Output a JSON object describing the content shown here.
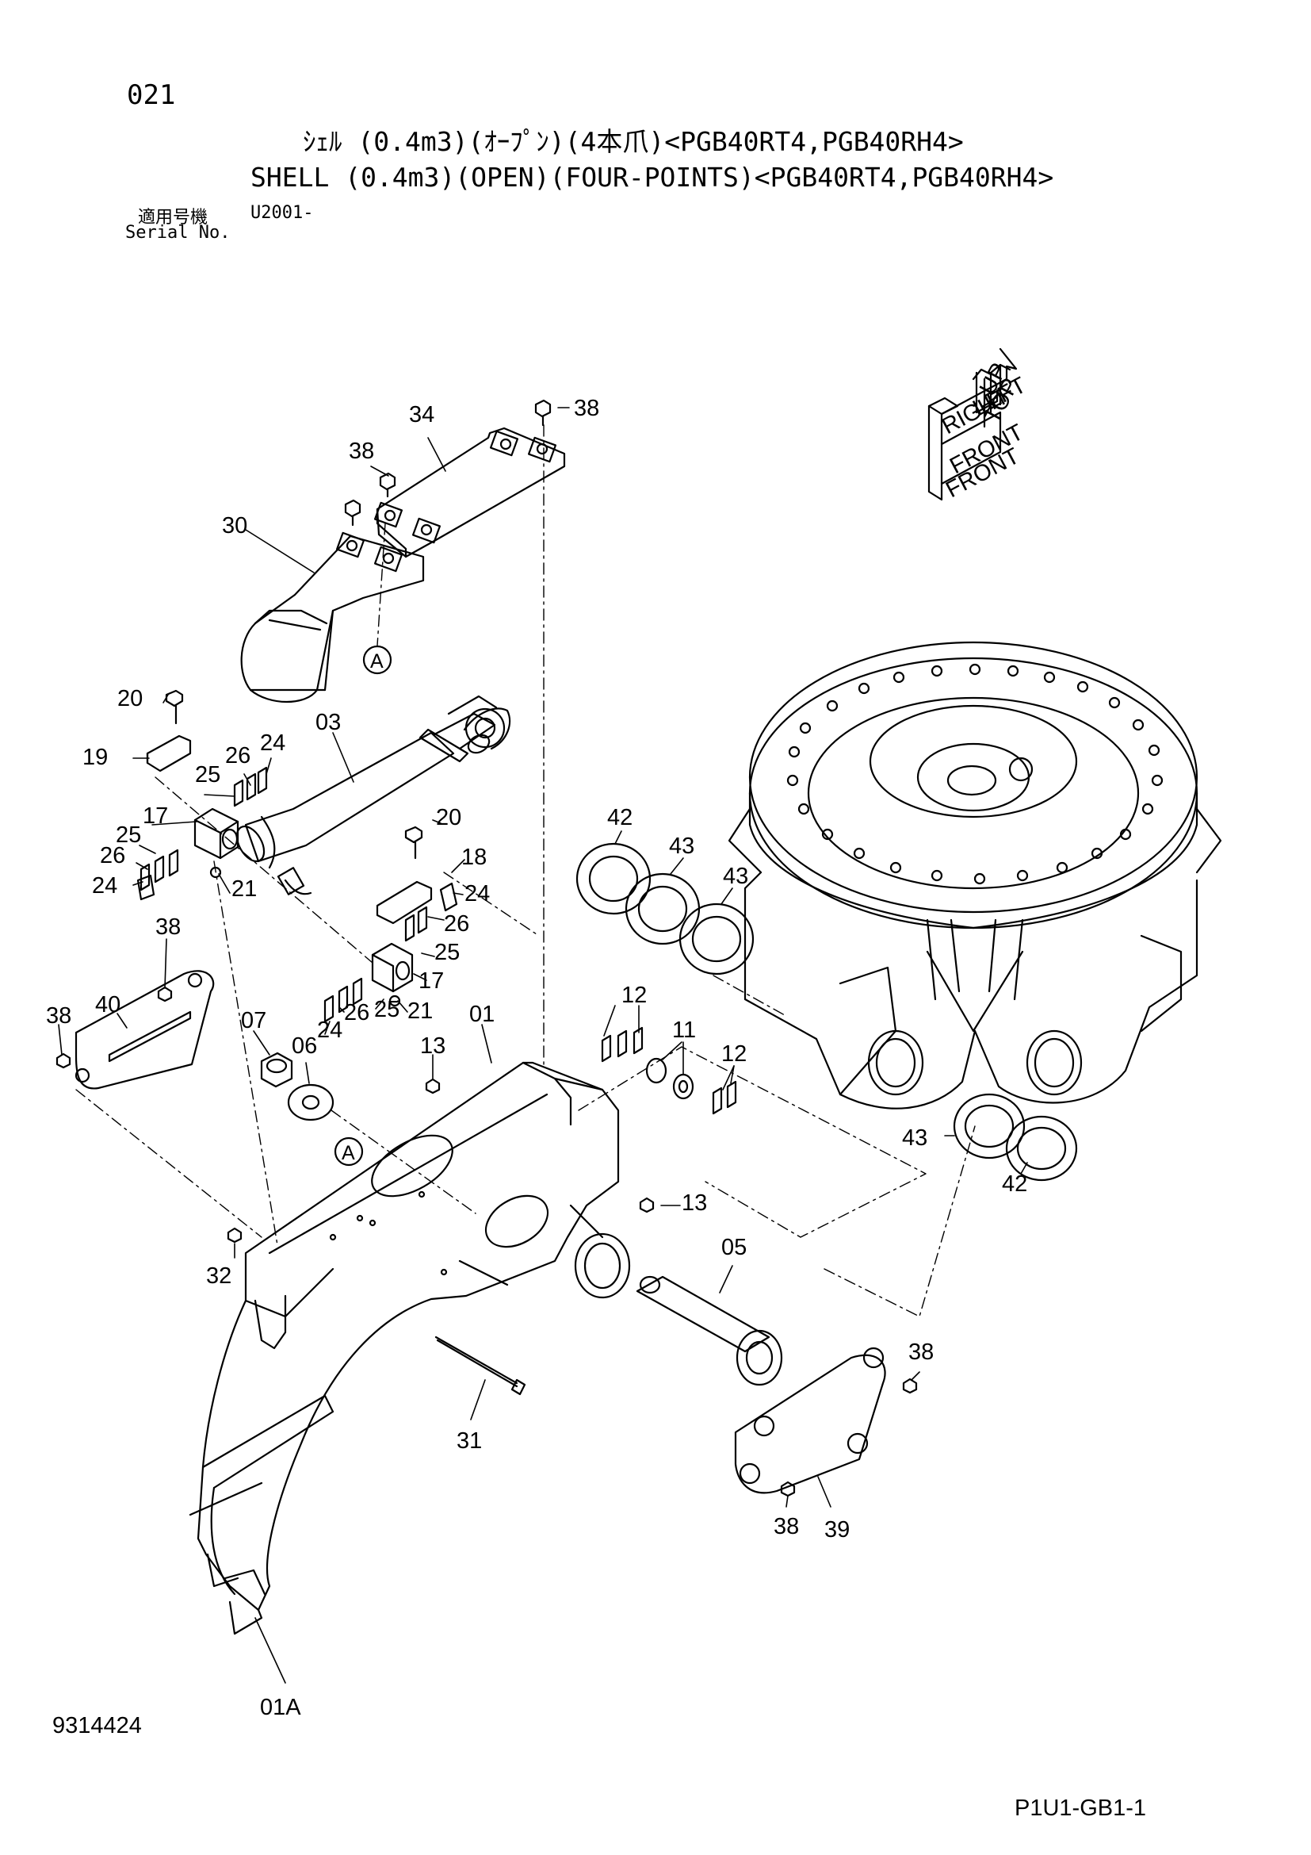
{
  "header": {
    "page_number": "021",
    "title_jp": "ｼｪﾙ (0.4m3)(ｵｰﾌﾟﾝ)(4本爪)<PGB40RT4,PGB40RH4>",
    "title_en": "SHELL (0.4m3)(OPEN)(FOUR-POINTS)<PGB40RT4,PGB40RH4>",
    "serial_label_jp": "適用号機",
    "serial_label_en": "Serial No.",
    "serial_value": "U2001-"
  },
  "footer": {
    "drawing_number": "9314424",
    "sheet_code": "P1U1-GB1-1"
  },
  "orientation": {
    "up": "UP",
    "top": "TOP",
    "left": "LEFT",
    "right": "RIGHT",
    "front": "FRONT"
  },
  "reference_marks": [
    "A",
    "A"
  ],
  "part_labels": [
    "34",
    "38",
    "38",
    "30",
    "20",
    "03",
    "19",
    "26",
    "24",
    "25",
    "17",
    "25",
    "26",
    "24",
    "21",
    "20",
    "18",
    "24",
    "26",
    "25",
    "17",
    "21",
    "25",
    "26",
    "24",
    "40",
    "38",
    "38",
    "07",
    "06",
    "01",
    "13",
    "12",
    "11",
    "12",
    "42",
    "43",
    "43",
    "43",
    "42",
    "13",
    "32",
    "05",
    "38",
    "31",
    "38",
    "39",
    "01A"
  ],
  "colors": {
    "line": "#000000",
    "background": "#ffffff"
  }
}
